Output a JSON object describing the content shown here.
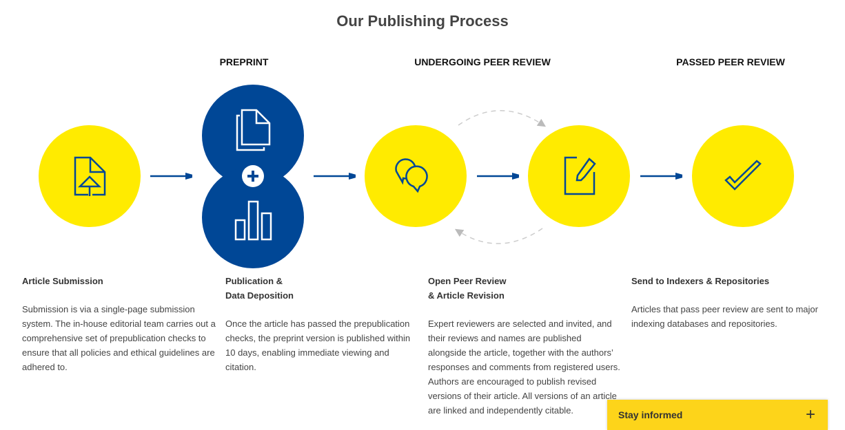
{
  "title": "Our Publishing Process",
  "stages": [
    "PREPRINT",
    "UNDERGOING PEER REVIEW",
    "PASSED PEER REVIEW"
  ],
  "steps": [
    {
      "title": "Article Submission",
      "body": "Submission is via a single-page submission system. The in-house editorial team carries out a comprehensive set of prepublication checks to ensure that all policies and ethical guidelines are adhered to."
    },
    {
      "title_line1": "Publication &",
      "title_line2": "Data Deposition",
      "body": "Once the article has passed the prepublication checks, the preprint version is published within 10 days, enabling immediate viewing and citation."
    },
    {
      "title_line1": "Open Peer Review",
      "title_line2": "& Article Revision",
      "body": "Expert reviewers are selected and invited, and their reviews and names are published alongside the article, together with the authors’ responses and comments from registered users. Authors are encouraged to publish revised versions of their article. All versions of an article are linked and independently citable."
    },
    {
      "title": "Send to Indexers & Repositories",
      "body": "Articles that pass peer review are sent to major indexing databases and repositories."
    }
  ],
  "stay_informed": {
    "label": "Stay informed",
    "icon": "plus-icon"
  },
  "colors": {
    "yellow": "#ffeb00",
    "blue": "#004796",
    "banner": "#fdd41a"
  }
}
